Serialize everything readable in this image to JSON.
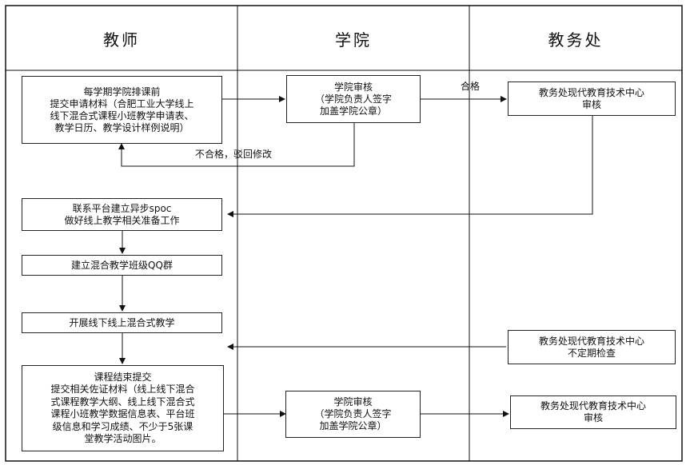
{
  "lanes": {
    "teacher": "教师",
    "college": "学院",
    "office": "教务处"
  },
  "boxes": {
    "apply": "每学期学院排课前\n提交申请材料（合肥工业大学线上\n线下混合式课程小班教学申请表、\n教学日历、教学设计样例说明）",
    "college_review_1": "学院审核\n（学院负责人签字\n加盖学院公章）",
    "office_review_1": "教务处现代教育技术中心\n审核",
    "spoc": "联系平台建立异步spoc\n做好线上教学相关准备工作",
    "qq_group": "建立混合教学班级QQ群",
    "teaching": "开展线下线上混合式教学",
    "office_check": "教务处现代教育技术中心\n不定期检查",
    "course_end": "课程结束提交\n提交相关佐证材料（线上线下混合\n式课程教学大纲、线上线下混合式\n课程小班教学数据信息表、平台班\n级信息和学习成绩、不少于5张课\n堂教学活动图片。",
    "college_review_2": "学院审核\n（学院负责人签字\n加盖学院公章）",
    "office_review_2": "教务处现代教育技术中心\n审核"
  },
  "labels": {
    "pass": "合格",
    "fail": "不合格，驳回修改"
  }
}
